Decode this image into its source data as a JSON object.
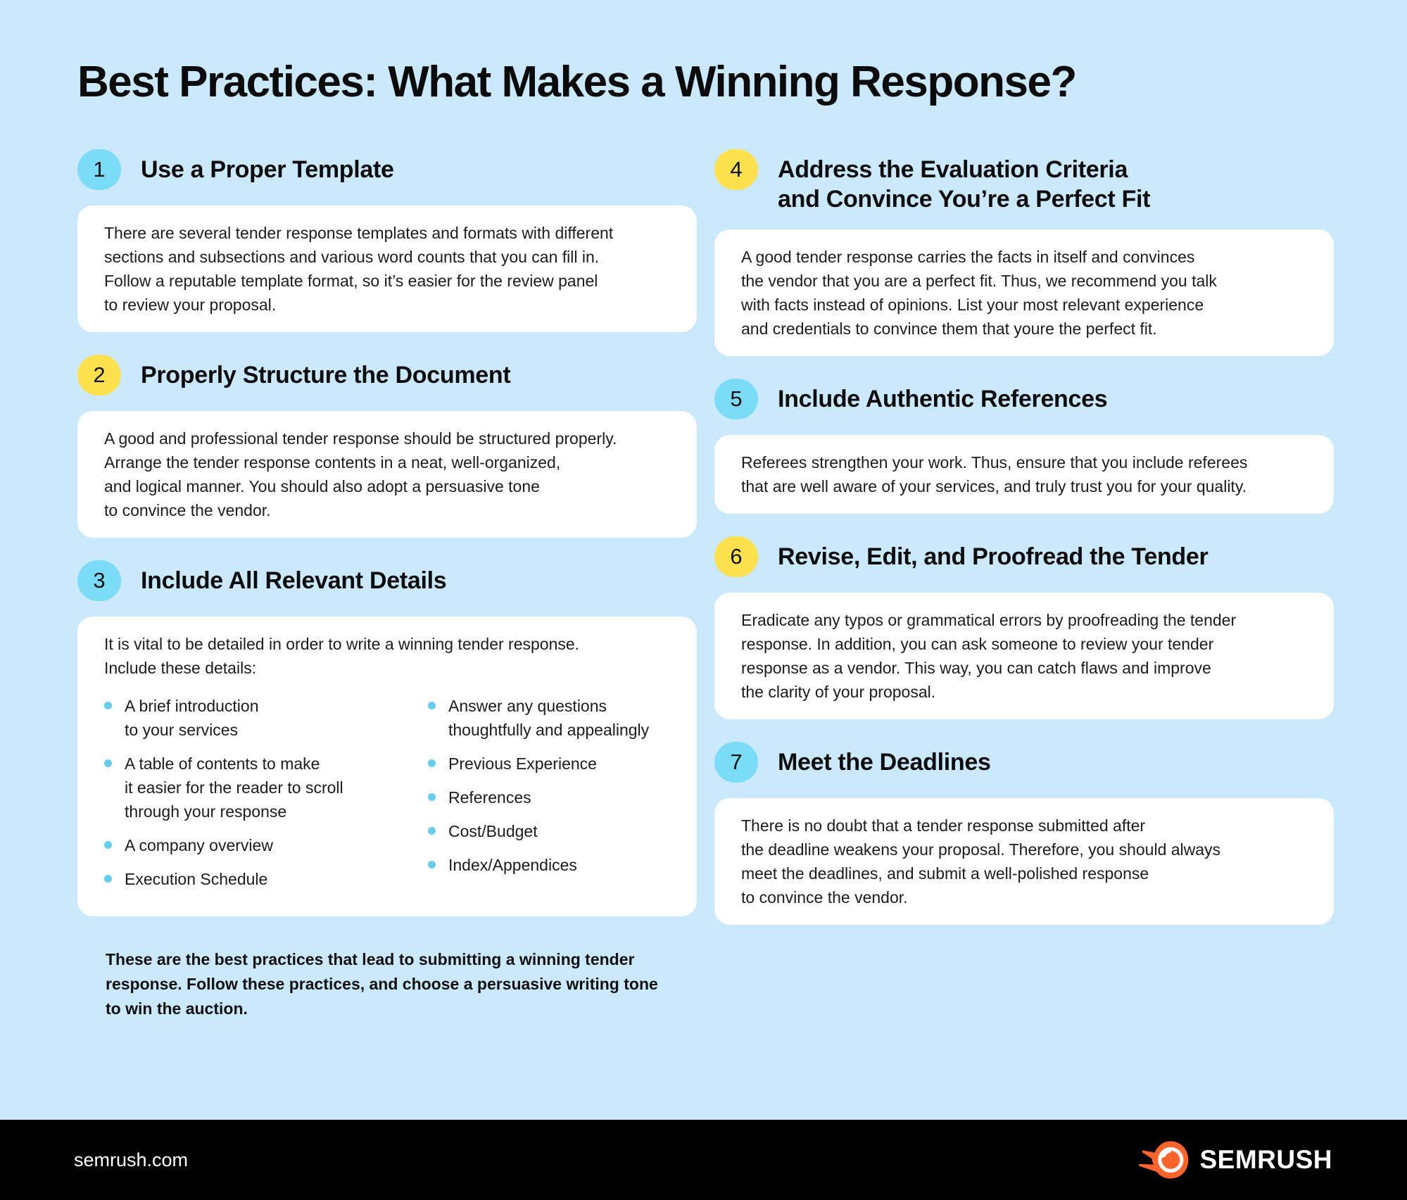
{
  "title": "Best Practices: What Makes a Winning Response?",
  "colors": {
    "background": "#CBE9FC",
    "card": "#FFFFFF",
    "badge_blue": "#7ADCF7",
    "badge_yellow": "#FDE14C",
    "bullet_dot": "#63CDF2",
    "text": "#121212",
    "footer_bg": "#000000",
    "footer_text": "#FFFFFF",
    "brand_orange": "#FF642D"
  },
  "sections": [
    {
      "number": "1",
      "heading": "Use a Proper Template",
      "body": "There are several tender response templates and formats with different\nsections and subsections and various word counts that you can fill in.\nFollow a reputable template format, so it’s easier for the review panel\nto review your proposal."
    },
    {
      "number": "2",
      "heading": "Properly Structure the Document",
      "body": "A good and professional tender response should be structured properly.\nArrange the tender response contents in a neat, well-organized,\nand logical manner. You should also adopt a persuasive tone\nto convince the vendor."
    },
    {
      "number": "3",
      "heading": "Include All Relevant Details",
      "intro": "It is vital to be detailed in order to write a winning tender response.\nInclude these details:",
      "bullets_left": [
        "A brief introduction\nto your services",
        "A table of contents to make\nit easier for the reader to scroll\nthrough your response",
        "A company overview",
        "Execution Schedule"
      ],
      "bullets_right": [
        "Answer any questions\nthoughtfully and appealingly",
        "Previous Experience",
        "References",
        "Cost/Budget",
        "Index/Appendices"
      ]
    },
    {
      "number": "4",
      "heading": "Address the Evaluation Criteria\nand Convince You’re a Perfect Fit",
      "body": "A good tender response carries the facts in itself and convinces\nthe vendor that you are a perfect fit. Thus, we recommend you talk\nwith facts instead of opinions. List your most relevant experience\nand credentials to convince them that youre the perfect fit."
    },
    {
      "number": "5",
      "heading": "Include Authentic References",
      "body": "Referees strengthen your work. Thus, ensure that you include referees\nthat are well aware of your services, and truly trust you for your quality."
    },
    {
      "number": "6",
      "heading": "Revise, Edit, and Proofread the Tender",
      "body": "Eradicate any typos or grammatical errors by proofreading the tender\nresponse. In addition, you can ask someone to review your tender\nresponse as a vendor. This way, you can catch flaws and improve\nthe clarity of your proposal."
    },
    {
      "number": "7",
      "heading": "Meet the Deadlines",
      "body": "There is no doubt that a tender response submitted after\nthe deadline weakens your proposal. Therefore, you should always\nmeet the deadlines, and submit a well-polished response\nto convince the vendor."
    }
  ],
  "conclusion": "These are the best practices that lead to submitting a winning tender\nresponse. Follow these practices, and choose a persuasive writing tone\nto win the auction.",
  "footer": {
    "site": "semrush.com",
    "brand": "SEMRUSH"
  }
}
